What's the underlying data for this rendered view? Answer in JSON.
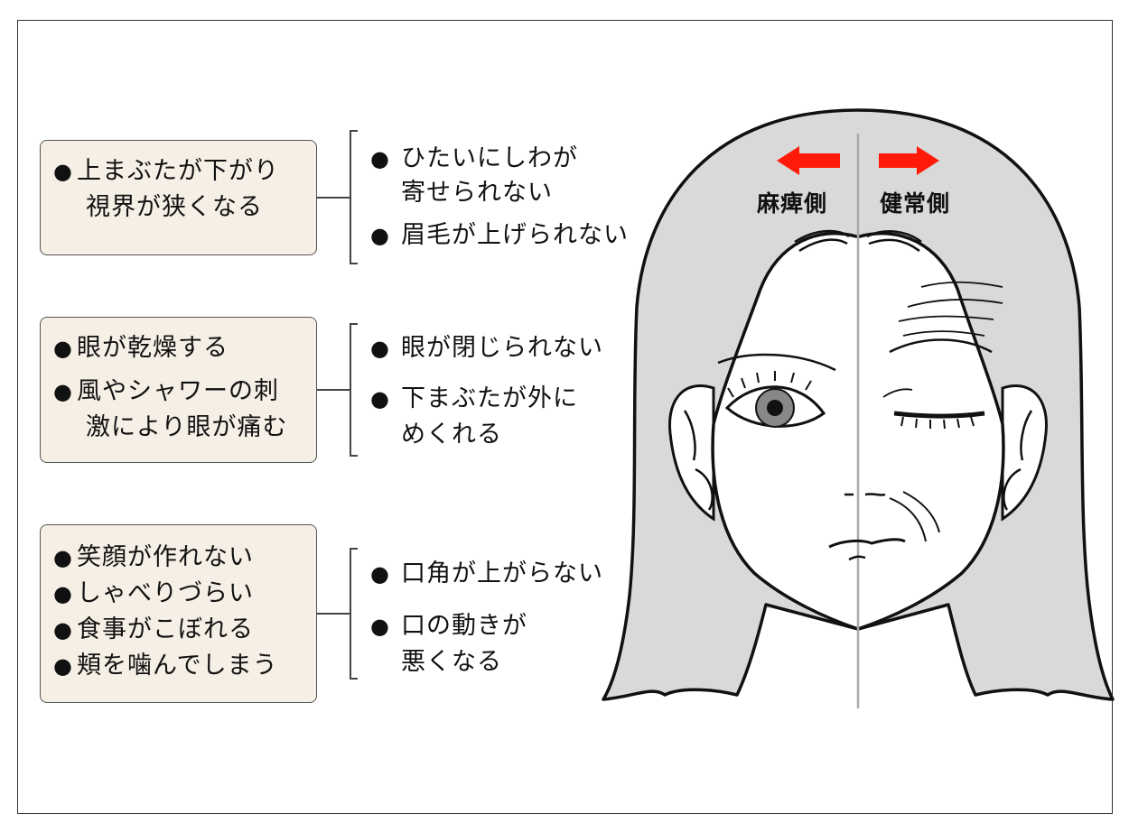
{
  "bullet": "●",
  "boxes": [
    {
      "lines": [
        "上まぶたが下がり",
        "視界が狭くなる"
      ]
    },
    {
      "lines": [
        "眼が乾燥する",
        "風やシャワーの刺",
        "激により眼が痛む"
      ]
    },
    {
      "lines": [
        "笑顔が作れない",
        "しゃべりづらい",
        "食事がこぼれる",
        "頬を噛んでしまう"
      ]
    }
  ],
  "effects": [
    {
      "items": [
        [
          "ひたいにしわが",
          "寄せられない"
        ],
        [
          "眉毛が上げられない"
        ]
      ]
    },
    {
      "items": [
        [
          "眼が閉じられない"
        ],
        [
          "下まぶたが外に",
          "めくれる"
        ]
      ]
    },
    {
      "items": [
        [
          "口角が上がらない"
        ],
        [
          "口の動きが",
          "悪くなる"
        ]
      ]
    }
  ],
  "face_labels": {
    "paralyzed_side": "麻痺側",
    "healthy_side": "健常側"
  },
  "colors": {
    "box_fill": "#f6efe6",
    "arrow": "#ff1a0a",
    "hair": "#d9d9d9"
  }
}
